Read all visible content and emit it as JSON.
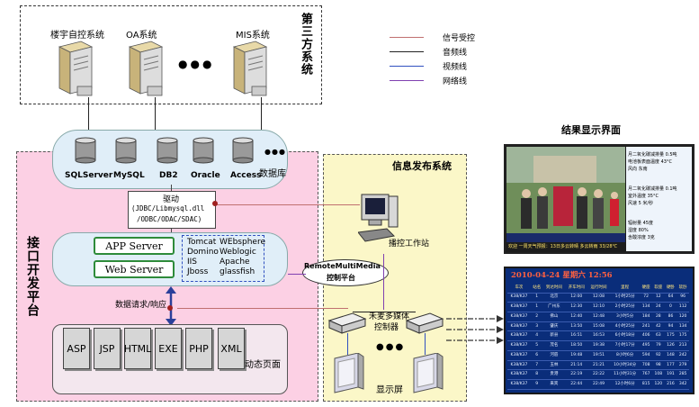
{
  "third_party": {
    "title": "第三方系统",
    "systems": [
      "楼宇自控系统",
      "OA系统",
      "MIS系统"
    ],
    "ellipsis": "●●●"
  },
  "legend": {
    "items": [
      {
        "label": "信号受控",
        "color": "#c07070"
      },
      {
        "label": "音频线",
        "color": "#222222"
      },
      {
        "label": "视频线",
        "color": "#3050c0"
      },
      {
        "label": "网络线",
        "color": "#8040b0"
      }
    ]
  },
  "interface_platform": {
    "title": "接口开发平台",
    "databases": [
      "SQLServer",
      "MySQL",
      "DB2",
      "Oracle",
      "Access"
    ],
    "db_label": "数据库",
    "db_ellipsis": "●●●",
    "driver_title": "驱动",
    "driver_line1": "(JDBC/Libmysql.dll",
    "driver_line2": "/ODBC/ODAC/SDAC)",
    "app_server": "APP Server",
    "web_server": "Web Server",
    "servers_col1": [
      "Tomcat",
      "Domino",
      "IIS",
      "Jboss"
    ],
    "servers_col2": [
      "WEbsphere",
      "Weblogic",
      "Apache",
      "glassfish"
    ],
    "request_label": "数据请求/响应",
    "pages": [
      "ASP",
      "JSP",
      "HTML",
      "EXE",
      "PHP",
      "XML"
    ],
    "pages_label": "动态页面"
  },
  "publish_system": {
    "title": "信息发布系统",
    "workstation": "播控工作站",
    "platform_line1": "RemoteMultiMedia",
    "platform_line2": "控制平台",
    "controller_line1": "禾麦多媒体",
    "controller_line2": "控制器",
    "ellipsis": "●●●",
    "display": "显示屏"
  },
  "result": {
    "title": "结果显示界面",
    "screen1": {
      "info_lines": [
        "月二氧化碳减排量  0.5吨",
        "电池板表面温度       43°C",
        "风向                    东南",
        "月二氧化碳减排量  0.1吨",
        "室外温度    35°C",
        "风速    5 米/秒",
        "辐射量  45度",
        "湿度  80%",
        "含酸浓度  3克"
      ],
      "ticker": "欢迎 一周天气预报：13日多云转晴 多云转雨 33/28℃"
    },
    "screen2": {
      "header": "2010-04-24   星期六   12:56",
      "columns": [
        "车次",
        "站名",
        "到达时间",
        "开车时间",
        "运行时间",
        "里程",
        "硬座",
        "软座",
        "硬卧",
        "软卧"
      ],
      "rows": [
        [
          "K38/K37",
          "1",
          "北京",
          "12:00",
          "12:08",
          "1小时25分",
          "72",
          "12",
          "64",
          "96"
        ],
        [
          "K38/K37",
          "1",
          "广州东",
          "12:30",
          "12:10",
          "2小时25分",
          "134",
          "24",
          "0",
          "112"
        ],
        [
          "K38/K37",
          "2",
          "佛山",
          "12:40",
          "12:48",
          "3小时5分",
          "184",
          "28",
          "86",
          "120"
        ],
        [
          "K38/K37",
          "3",
          "肇庆",
          "13:50",
          "15:08",
          "4小时25分",
          "241",
          "42",
          "94",
          "134"
        ],
        [
          "K38/K37",
          "4",
          "新县",
          "16:51",
          "16:53",
          "6小时18分",
          "406",
          "63",
          "175",
          "175"
        ],
        [
          "K38/K37",
          "5",
          "茂名",
          "18:50",
          "19:38",
          "7小时17分",
          "495",
          "79",
          "126",
          "213"
        ],
        [
          "K38/K37",
          "6",
          "河唇",
          "19:48",
          "19:51",
          "8小时6分",
          "594",
          "92",
          "148",
          "242"
        ],
        [
          "K38/K37",
          "7",
          "玉林",
          "21:14",
          "21:21",
          "10小时34分",
          "708",
          "98",
          "177",
          "279"
        ],
        [
          "K38/K37",
          "8",
          "贵港",
          "22:19",
          "22:22",
          "11小时31分",
          "767",
          "108",
          "191",
          "285"
        ],
        [
          "K38/K37",
          "9",
          "来宾",
          "22:44",
          "22:49",
          "12小时6分",
          "815",
          "120",
          "216",
          "342"
        ]
      ]
    }
  }
}
